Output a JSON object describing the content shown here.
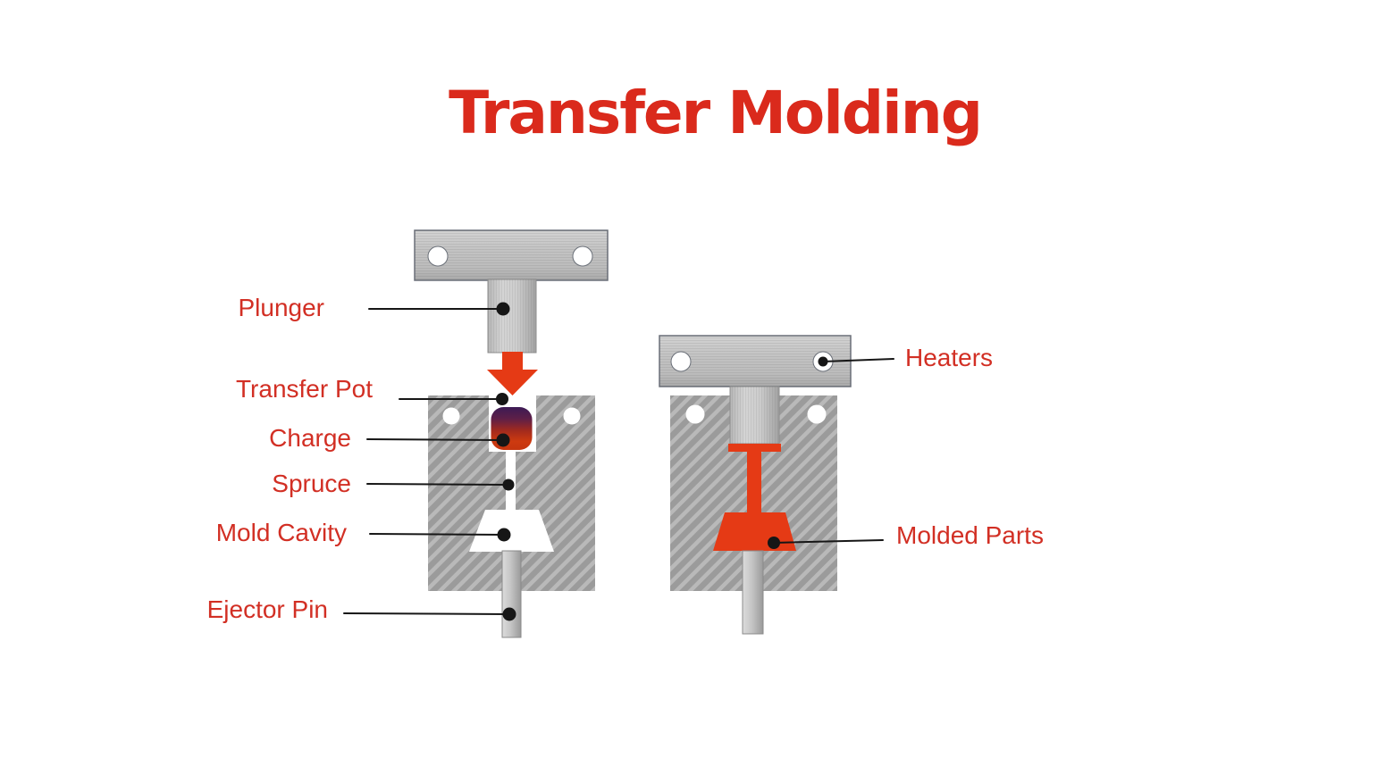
{
  "title": "Transfer Molding",
  "labels": {
    "plunger": "Plunger",
    "transfer_pot": "Transfer Pot",
    "charge": "Charge",
    "spruce": "Spruce",
    "mold_cavity": "Mold Cavity",
    "ejector_pin": "Ejector Pin",
    "heaters": "Heaters",
    "molded_parts": "Molded Parts"
  },
  "colors": {
    "title_red": "#da2a1c",
    "label_red": "#d22f24",
    "resin_red": "#e53a15",
    "steel_gray": "#bcbcbc",
    "hatch_gray": "#9b9b9b",
    "hatch_stripe": "#b9b9b9",
    "charge_top_purple": "#3c1a55",
    "charge_bottom_orange": "#cc380e",
    "leader_black": "#161616"
  }
}
